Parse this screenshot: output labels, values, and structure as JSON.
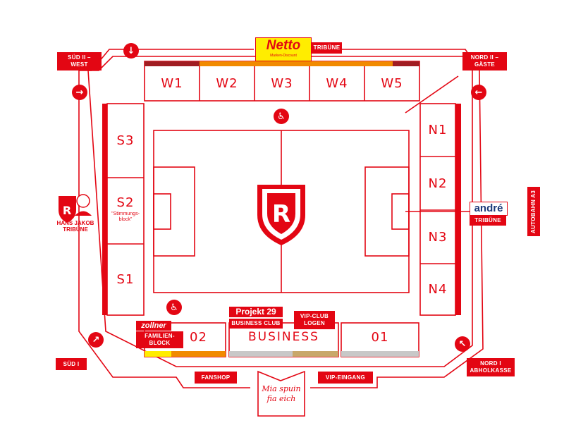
{
  "colors": {
    "accent": "#e30613",
    "orange": "#f18a00",
    "dark_red": "#a01d22",
    "yellow": "#ffed00",
    "gold": "#c8a86a",
    "gray": "#c8c8c8",
    "navy": "#1d3a7a"
  },
  "top_stand": {
    "sponsor_name": "Netto",
    "sponsor_sub": "Marken-Discount",
    "label": "TRIBÜNE",
    "blocks": [
      "W1",
      "W2",
      "W3",
      "W4",
      "W5"
    ]
  },
  "left_stand": {
    "blocks": [
      "S3",
      "S2",
      "S1"
    ],
    "note": "\"Stimmungs-\nblock\"",
    "name_line1": "HANS JAKOB",
    "name_line2": "TRIBÜNE"
  },
  "right_stand": {
    "blocks": [
      "N1",
      "N2",
      "N3",
      "N4"
    ],
    "sponsor_name": "andré",
    "label": "TRIBÜNE"
  },
  "bottom_stand": {
    "block_02": "02",
    "block_business": "BUSINESS",
    "block_01": "01",
    "family_sponsor": "zollner",
    "family_label": "FAMILIEN-\nBLOCK",
    "business_sponsor": "Projekt 29",
    "business_club": "BUSINESS CLUB",
    "vip_club": "VIP-CLUB\nLOGEN"
  },
  "labels": {
    "sued_ii_west": "SÜD II –\nWEST",
    "nord_ii_gaeste": "NORD II –\nGÄSTE",
    "sued_i": "SÜD I",
    "nord_i": "NORD I\nABHOLKASSE",
    "fanshop": "FANSHOP",
    "vip_eingang": "VIP-EINGANG",
    "autobahn": "AUTOBAHN A3",
    "slogan_line1": "Mia spuin",
    "slogan_line2": "fia eich"
  },
  "icons": {
    "arrow_down": "↓",
    "arrow_right": "→",
    "arrow_left": "←",
    "arrow_ne": "↗",
    "arrow_nw": "↖",
    "wheelchair": "♿"
  }
}
